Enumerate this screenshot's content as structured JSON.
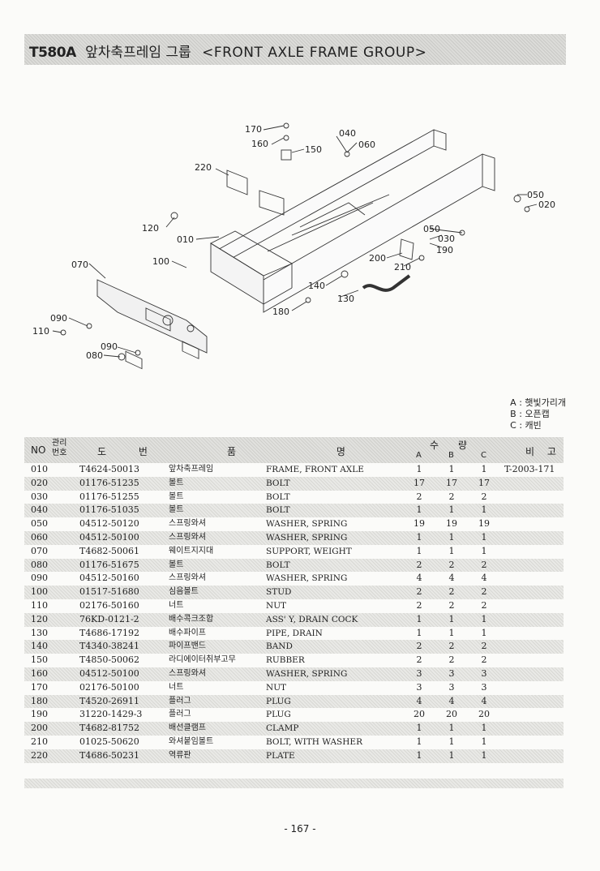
{
  "header": {
    "model": "T580A",
    "title_ko": "앞차축프레임 그룹",
    "title_en": "<FRONT AXLE FRAME GROUP>"
  },
  "callouts": [
    "170",
    "160",
    "150",
    "040",
    "060",
    "220",
    "050",
    "020",
    "120",
    "010",
    "050",
    "030",
    "190",
    "070",
    "100",
    "200",
    "210",
    "140",
    "130",
    "180",
    "090",
    "110",
    "090",
    "080"
  ],
  "legend": {
    "a": "A : 햇빛가리개",
    "b": "B : 오픈캡",
    "c": "C : 캐빈"
  },
  "table": {
    "headers": {
      "no": "NO",
      "mgmt": "관리\n번호",
      "part_number": "도 번",
      "part_name": "품 명",
      "qty": "수 량",
      "a": "A",
      "b": "B",
      "c": "C",
      "remarks": "비 고"
    },
    "rows": [
      {
        "no": "010",
        "part": "T4624-50013",
        "ko": "앞차축프레임",
        "en": "FRAME, FRONT AXLE",
        "a": "1",
        "b": "1",
        "c": "1",
        "rem": "T-2003-171"
      },
      {
        "no": "020",
        "part": "01176-51235",
        "ko": "볼트",
        "en": "BOLT",
        "a": "17",
        "b": "17",
        "c": "17",
        "rem": ""
      },
      {
        "no": "030",
        "part": "01176-51255",
        "ko": "볼트",
        "en": "BOLT",
        "a": "2",
        "b": "2",
        "c": "2",
        "rem": ""
      },
      {
        "no": "040",
        "part": "01176-51035",
        "ko": "볼트",
        "en": "BOLT",
        "a": "1",
        "b": "1",
        "c": "1",
        "rem": ""
      },
      {
        "no": "050",
        "part": "04512-50120",
        "ko": "스프링와셔",
        "en": "WASHER, SPRING",
        "a": "19",
        "b": "19",
        "c": "19",
        "rem": ""
      },
      {
        "no": "060",
        "part": "04512-50100",
        "ko": "스프링와셔",
        "en": "WASHER, SPRING",
        "a": "1",
        "b": "1",
        "c": "1",
        "rem": ""
      },
      {
        "no": "070",
        "part": "T4682-50061",
        "ko": "웨이트지지대",
        "en": "SUPPORT, WEIGHT",
        "a": "1",
        "b": "1",
        "c": "1",
        "rem": ""
      },
      {
        "no": "080",
        "part": "01176-51675",
        "ko": "볼트",
        "en": "BOLT",
        "a": "2",
        "b": "2",
        "c": "2",
        "rem": ""
      },
      {
        "no": "090",
        "part": "04512-50160",
        "ko": "스프링와셔",
        "en": "WASHER, SPRING",
        "a": "4",
        "b": "4",
        "c": "4",
        "rem": ""
      },
      {
        "no": "100",
        "part": "01517-51680",
        "ko": "심음볼트",
        "en": "STUD",
        "a": "2",
        "b": "2",
        "c": "2",
        "rem": ""
      },
      {
        "no": "110",
        "part": "02176-50160",
        "ko": "너트",
        "en": "NUT",
        "a": "2",
        "b": "2",
        "c": "2",
        "rem": ""
      },
      {
        "no": "120",
        "part": "76KD-0121-2",
        "ko": "배수콕크조합",
        "en": "ASS' Y, DRAIN COCK",
        "a": "1",
        "b": "1",
        "c": "1",
        "rem": ""
      },
      {
        "no": "130",
        "part": "T4686-17192",
        "ko": "배수파이프",
        "en": "PIPE, DRAIN",
        "a": "1",
        "b": "1",
        "c": "1",
        "rem": ""
      },
      {
        "no": "140",
        "part": "T4340-38241",
        "ko": "파이프밴드",
        "en": "BAND",
        "a": "2",
        "b": "2",
        "c": "2",
        "rem": ""
      },
      {
        "no": "150",
        "part": "T4850-50062",
        "ko": "라디에이터취부고무",
        "en": "RUBBER",
        "a": "2",
        "b": "2",
        "c": "2",
        "rem": ""
      },
      {
        "no": "160",
        "part": "04512-50100",
        "ko": "스프링와셔",
        "en": "WASHER, SPRING",
        "a": "3",
        "b": "3",
        "c": "3",
        "rem": ""
      },
      {
        "no": "170",
        "part": "02176-50100",
        "ko": "너트",
        "en": "NUT",
        "a": "3",
        "b": "3",
        "c": "3",
        "rem": ""
      },
      {
        "no": "180",
        "part": "T4520-26911",
        "ko": "플러그",
        "en": "PLUG",
        "a": "4",
        "b": "4",
        "c": "4",
        "rem": ""
      },
      {
        "no": "190",
        "part": "31220-1429-3",
        "ko": "플러그",
        "en": "PLUG",
        "a": "20",
        "b": "20",
        "c": "20",
        "rem": ""
      },
      {
        "no": "200",
        "part": "T4682-81752",
        "ko": "배선클램프",
        "en": "CLAMP",
        "a": "1",
        "b": "1",
        "c": "1",
        "rem": ""
      },
      {
        "no": "210",
        "part": "01025-50620",
        "ko": "와셔붙임볼트",
        "en": "BOLT, WITH WASHER",
        "a": "1",
        "b": "1",
        "c": "1",
        "rem": ""
      },
      {
        "no": "220",
        "part": "T4686-50231",
        "ko": "역류판",
        "en": "PLATE",
        "a": "1",
        "b": "1",
        "c": "1",
        "rem": ""
      }
    ]
  },
  "footer": {
    "page": "- 167 -"
  }
}
